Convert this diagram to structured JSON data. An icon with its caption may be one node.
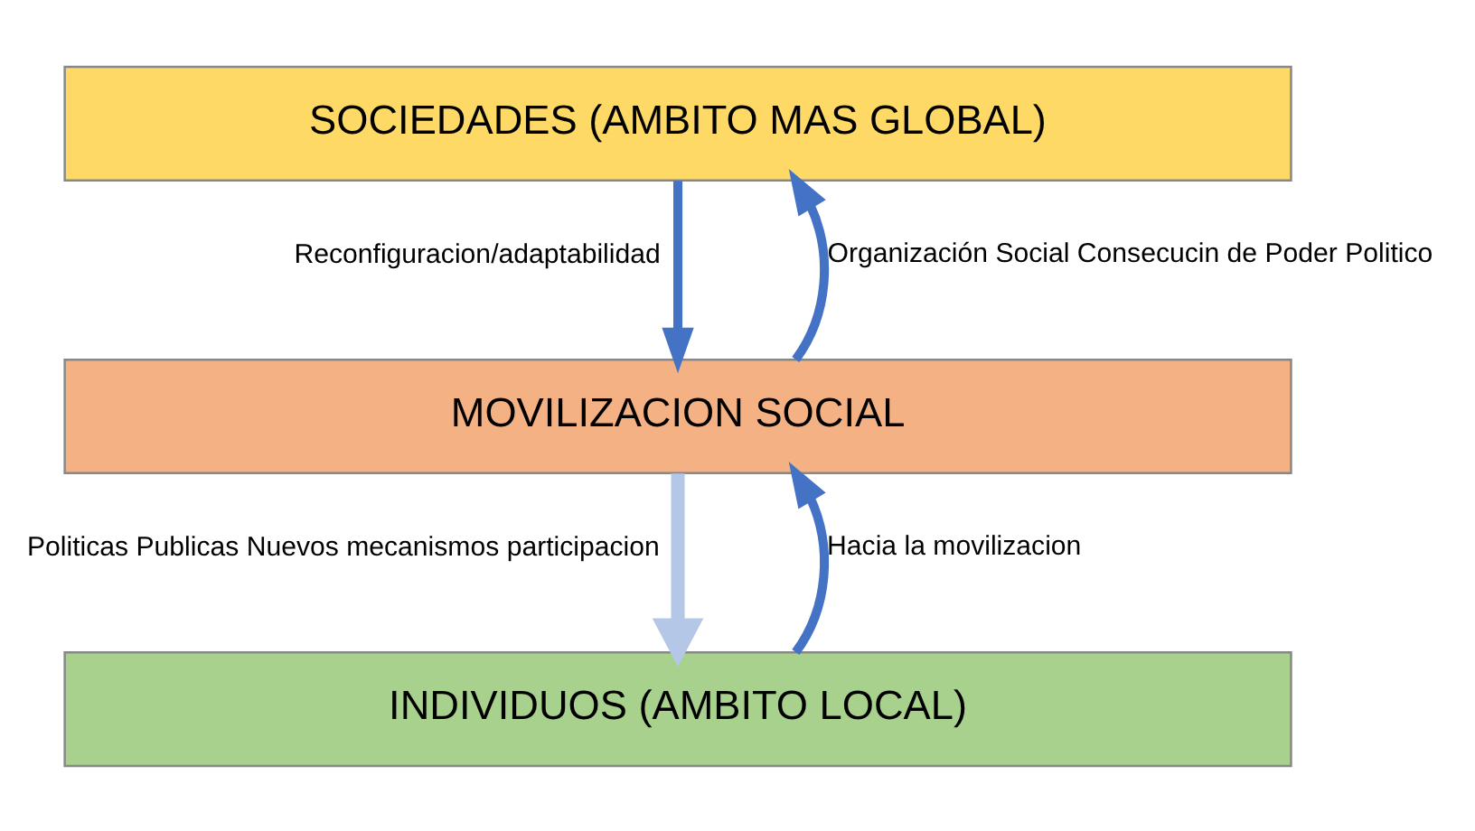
{
  "diagram": {
    "nodes": [
      {
        "text": [
          "SOCIEDADES (AMBITO MAS GLOBAL)"
        ]
      },
      {
        "text": [
          "MOVILIZACION SOCIAL"
        ]
      },
      {
        "text": [
          "INDIVIDUOS (AMBITO LOCAL)"
        ]
      }
    ],
    "edges": [
      {
        "from": 0,
        "to": 1,
        "arrow": "to",
        "label": "Reconfiguracion/adaptabilidad"
      },
      {
        "from": 1,
        "to": 2,
        "arrow": "to",
        "label": "Politicas Publicas Nuevos mecanismos participacion",
        "color": "#b4c7e7"
      },
      {
        "from": 2,
        "to": 1,
        "arrow": "to",
        "label": "Hacia la movilizacion"
      },
      {
        "from": 1,
        "to": 0,
        "arrow": "to",
        "label": "Organización Social Consecucin de Poder Politico"
      }
    ]
  }
}
